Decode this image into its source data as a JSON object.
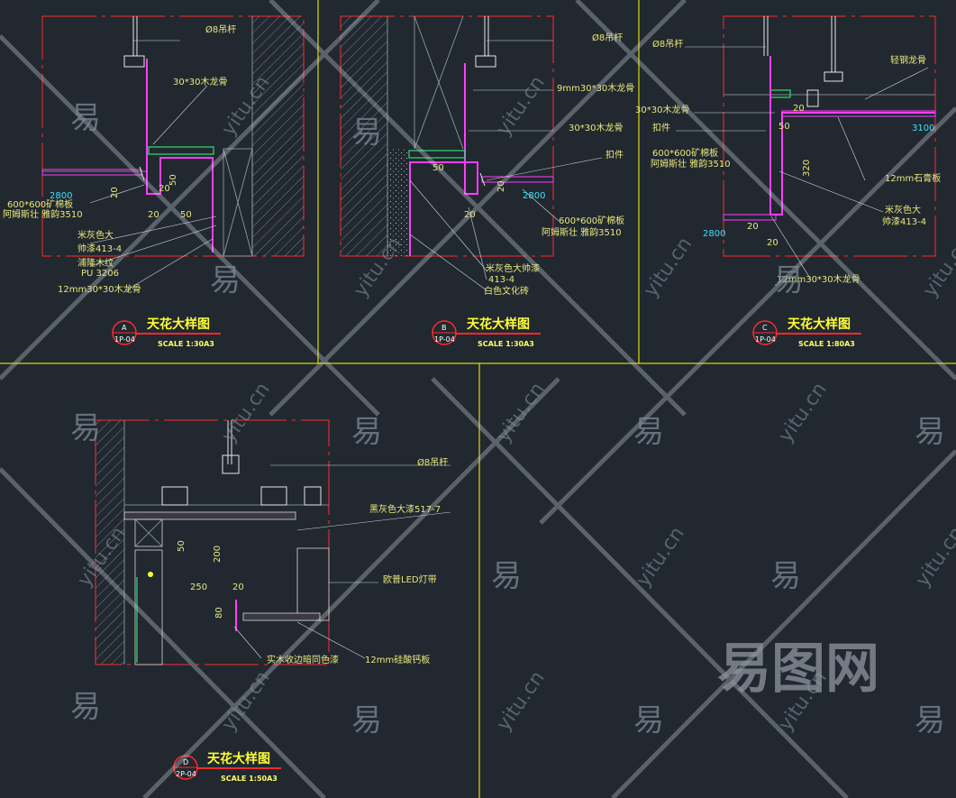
{
  "panels": [
    {
      "id": "A",
      "sheet": "1P-04",
      "title": "天花大样图",
      "scale": "SCALE 1:30A3",
      "labels": [
        "Ø8吊杆",
        "30*30木龙骨",
        "600*600矿棉板",
        "阿姆斯壮  雅韵3510",
        "米灰色大",
        "帅漆413-4",
        "浦隆木纹",
        "PU 3206",
        "12mm30*30木龙骨"
      ],
      "dims": [
        "50",
        "20",
        "20",
        "50",
        "20"
      ],
      "elevation": "2800"
    },
    {
      "id": "B",
      "sheet": "1P-04",
      "title": "天花大样图",
      "scale": "SCALE 1:30A3",
      "labels": [
        "Ø8吊杆",
        "9mm30*30木龙骨",
        "30*30木龙骨",
        "扣件",
        "600*600矿棉板",
        "阿姆斯壮  雅韵3510",
        "米灰色大帅漆",
        "413-4",
        "白色文化砖"
      ],
      "dims": [
        "50",
        "20",
        "20"
      ],
      "elevation": "2800"
    },
    {
      "id": "C",
      "sheet": "1P-04",
      "title": "天花大样图",
      "scale": "SCALE 1:80A3",
      "labels": [
        "Ø8吊杆",
        "轻钢龙骨",
        "30*30木龙骨",
        "扣件",
        "600*600矿棉板",
        "阿姆斯壮  雅韵3510",
        "12mm石膏板",
        "米灰色大",
        "帅漆413-4",
        "12mm30*30木龙骨"
      ],
      "dims": [
        "20",
        "50",
        "320",
        "20",
        "20"
      ],
      "elevation_top": "3100",
      "elevation": "2800"
    },
    {
      "id": "D",
      "sheet": "2P-04",
      "title": "天花大样图",
      "scale": "SCALE 1:50A3",
      "labels": [
        "Ø8吊杆",
        "黑灰色大漆517-7",
        "欧普LED灯带",
        "实木收边暗同色漆",
        "12mm硅酸钙板"
      ],
      "dims": [
        "50",
        "200",
        "250",
        "20",
        "80"
      ]
    }
  ],
  "watermark": {
    "glyph": "易",
    "domain": "yitu.cn",
    "brand": "易图网"
  },
  "colors": {
    "background": "#212830",
    "frame": "#ffff00",
    "section_border": "#ff2a2a",
    "finish_line": "#ff3cff",
    "elevation_text": "#3fe0ff",
    "label_text": "#e8e87a"
  }
}
